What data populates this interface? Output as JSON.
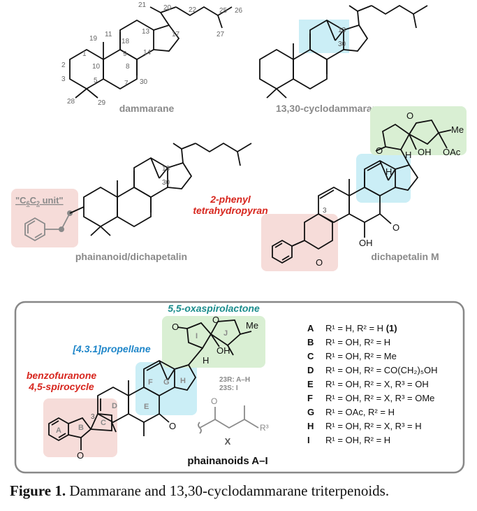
{
  "structures": {
    "dammarane": {
      "name": "dammarane",
      "numbers": [
        "1",
        "2",
        "3",
        "5",
        "7",
        "8",
        "9",
        "10",
        "11",
        "13",
        "14",
        "17",
        "18",
        "19",
        "20",
        "21",
        "22",
        "25",
        "26",
        "27",
        "28",
        "29",
        "30"
      ]
    },
    "cyclodammarane": {
      "name": "13,30-cyclodammarane",
      "numbers": [
        "13",
        "30"
      ]
    },
    "phainanoid": {
      "name": "phainanoid/dichapetalin",
      "unit_label_parts": [
        "\"C",
        "6",
        "C",
        "2",
        " unit\""
      ],
      "numbers": [
        "13",
        "30"
      ]
    },
    "dichapetalin_m": {
      "name": "dichapetalin M",
      "pyran_label_line1": "2-phenyl",
      "pyran_label_line2": "tetrahydropyran",
      "atoms": [
        "O",
        "O",
        "Me",
        "OAc",
        "OH",
        "H",
        "H",
        "O",
        "O",
        "OH",
        "3"
      ]
    }
  },
  "phainanoids": {
    "labels": {
      "oxaspiro": "5,5-oxaspirolactone",
      "propellane": "[4.3.1]propellane",
      "benzofuranone_1": "benzofuranone",
      "benzofuranone_2": "4,5-spirocycle",
      "epimers_1": "23R: A–H",
      "epimers_2": "23S: I",
      "title": "phainanoids A–I",
      "x_label": "X",
      "ring_letters": [
        "A",
        "B",
        "C",
        "D",
        "E",
        "F",
        "G",
        "H",
        "I",
        "J"
      ]
    },
    "list": [
      {
        "letter": "A",
        "text": "R¹ = H, R² = H",
        "extra": "(1)"
      },
      {
        "letter": "B",
        "text": "R¹ = OH, R² = H",
        "extra": ""
      },
      {
        "letter": "C",
        "text": "R¹ = OH, R² = Me",
        "extra": ""
      },
      {
        "letter": "D",
        "text": "R¹ = OH, R² = CO(CH₂)₅OH",
        "extra": ""
      },
      {
        "letter": "E",
        "text": "R¹ = OH, R² = X, R³ = OH",
        "extra": ""
      },
      {
        "letter": "F",
        "text": "R¹ = OH, R² = X, R³ = OMe",
        "extra": ""
      },
      {
        "letter": "G",
        "text": "R¹ = OAc, R² = H",
        "extra": ""
      },
      {
        "letter": "H",
        "text": "R¹ = OH, R² = X, R³ = H",
        "extra": ""
      },
      {
        "letter": "I",
        "text": "R¹ = OH, R² = H",
        "extra": ""
      }
    ]
  },
  "caption": {
    "label": "Figure 1.",
    "text": " Dammarane and 13,30-cyclodammarane triterpenoids."
  },
  "colors": {
    "red": "#d7261e",
    "teal": "#1a8c8c",
    "blue": "#1f86c9",
    "gray": "#8a8a8a",
    "pink_fill": "#f6dcd9",
    "green_fill": "#d9efd3",
    "cyan_fill": "#cbeef6"
  }
}
